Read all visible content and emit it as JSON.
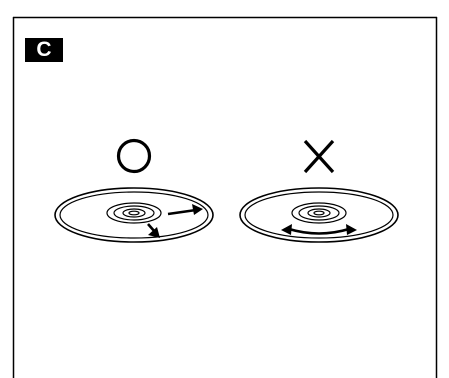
{
  "panel": {
    "label": "C"
  },
  "illustrations": [
    {
      "mark": "correct-circle-icon",
      "description_icon": "disc-wipe-radial-outward"
    },
    {
      "mark": "incorrect-cross-icon",
      "description_icon": "disc-wipe-circular"
    }
  ],
  "colors": {
    "ink": "#000000",
    "background": "#ffffff"
  }
}
